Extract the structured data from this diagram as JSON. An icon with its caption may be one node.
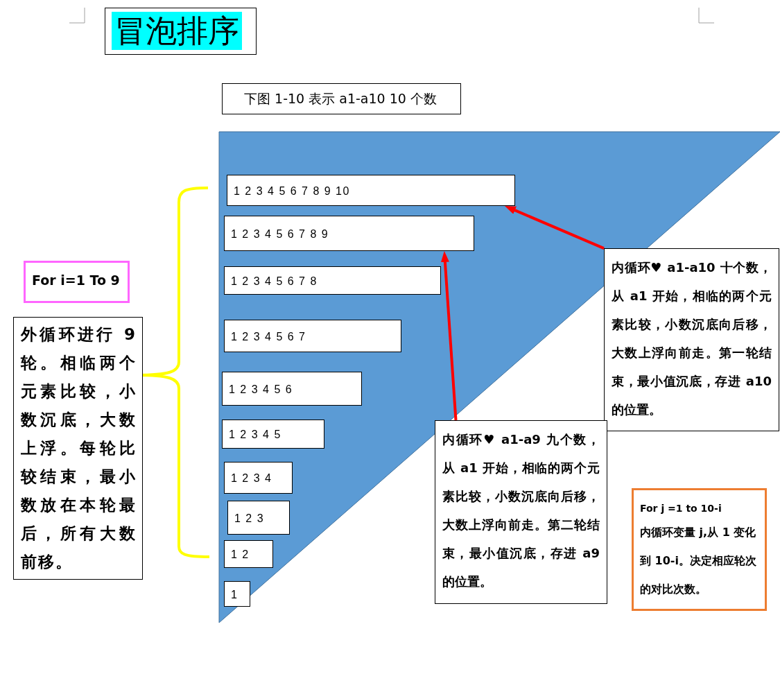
{
  "diagram": {
    "title": "冒泡排序",
    "nodes": [
      {
        "text": [
          "下图 1-10 表示 a1-a10 10 个数"
        ]
      },
      {
        "text": [
          "1 2 3 4 5 6 7 8 9 10"
        ]
      },
      {
        "text": [
          "1 2 3 4 5 6 7 8 9"
        ]
      },
      {
        "text": [
          "1 2 3 4 5 6 7 8"
        ]
      },
      {
        "text": [
          "1 2 3 4 5 6 7"
        ]
      },
      {
        "text": [
          "1 2 3 4 5 6"
        ]
      },
      {
        "text": [
          "1 2 3 4 5"
        ]
      },
      {
        "text": [
          "1 2 3 4"
        ]
      },
      {
        "text": [
          "1 2 3"
        ]
      },
      {
        "text": [
          "1 2"
        ]
      },
      {
        "text": [
          "1"
        ]
      },
      {
        "text": [
          "For i=1 To 9"
        ]
      },
      {
        "text": [
          "外循环进行 9 轮。相临两个元素比较，小数沉底，大数上浮。每轮比较结束，最小数放在本轮最后，所有大数前移。"
        ]
      },
      {
        "text": [
          "内循环♥ a1-a10 十个数，从 a1 开始，相临的两个元素比较，小数沉底向后移，大数上浮向前走。第一轮结束，最小值沉底，存进 a10 的位置。"
        ]
      },
      {
        "text": [
          "内循环♥ a1-a9 九个数，从 a1 开始，相临的两个元素比较，小数沉底向后移，大数上浮向前走。第二轮结束，最小值沉底，存进 a9 的位置。"
        ]
      },
      {
        "text": [
          "For j =1 to 10-i",
          "内循环变量 j,从 1 变化到 10-i。决定相应轮次的对比次数。"
        ]
      }
    ],
    "edges": [
      {
        "from": 13,
        "to": 1,
        "arrow": "to"
      },
      {
        "from": 14,
        "to": 2,
        "arrow": "to"
      }
    ]
  }
}
